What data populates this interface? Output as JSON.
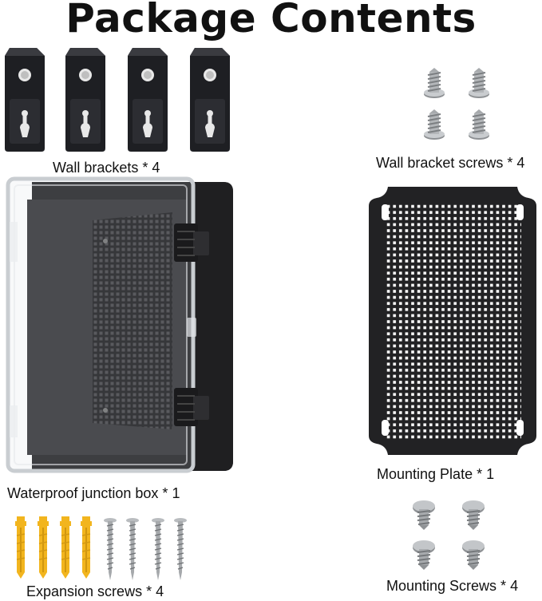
{
  "title": "Package Contents",
  "captions": {
    "wall_brackets": "Wall brackets * 4",
    "wall_bracket_screws": "Wall bracket screws * 4",
    "junction_box": "Waterproof junction box * 1",
    "mounting_plate": "Mounting Plate * 1",
    "expansion_screws": "Expansion screws * 4",
    "mounting_screws": "Mounting Screws * 4"
  },
  "colors": {
    "box_body": "#2b2b2d",
    "bracket": "#1e1f23",
    "anchor": "#f2b51e",
    "screw": "#b9bcbf"
  }
}
